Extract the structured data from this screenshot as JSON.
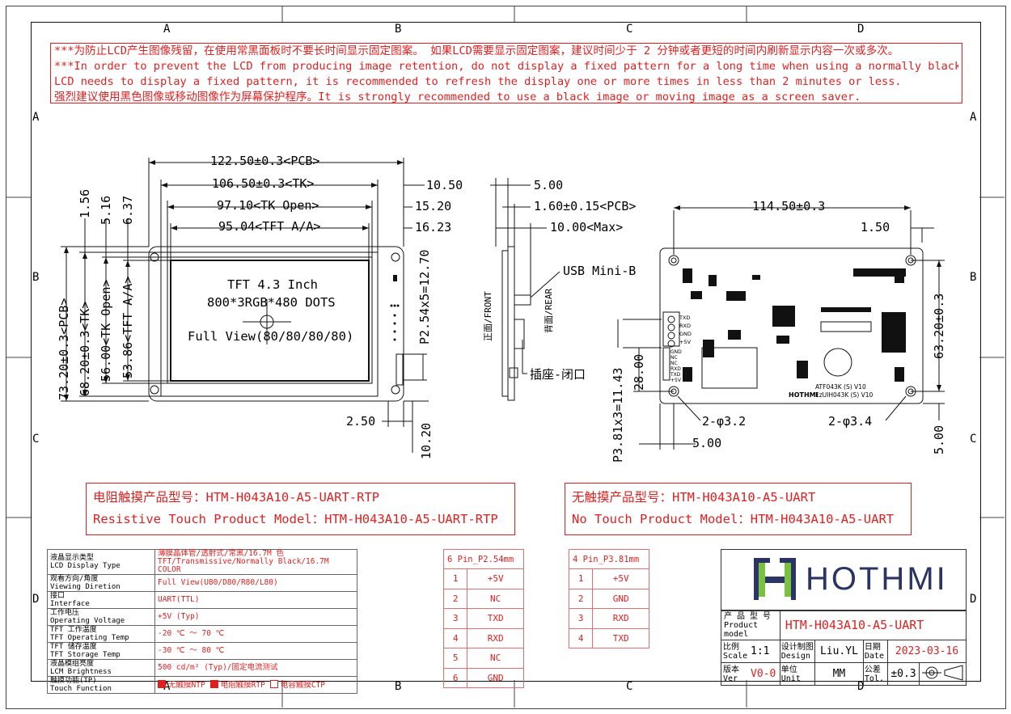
{
  "grid": {
    "columns": [
      "A",
      "B",
      "C",
      "D"
    ],
    "rows": [
      "A",
      "B",
      "C",
      "D"
    ]
  },
  "warning": {
    "line1": "***为防止LCD产生图像残留，在使用常黑面板时不要长时间显示固定图案。 如果LCD需要显示固定图案，建议时间少于 2 分钟或者更短的时间内刷新显示内容一次或多次。",
    "line2": "***In order to prevent the LCD from producing image retention, do not display a fixed pattern for a long time when using a normally black panel. If the",
    "line3": " LCD needs to display a fixed pattern, it is recommended to refresh the display one or more times in less than 2 minutes or less.",
    "line4": "强烈建议使用黑色图像或移动图像作为屏幕保护程序。It is strongly recommended to use a black image or moving image as a screen saver."
  },
  "front_view": {
    "dim_pcb_w": "122.50±0.3<PCB>",
    "dim_tk_w": "106.50±0.3<TK>",
    "dim_tk_open_w": "97.10<TK Open>",
    "dim_tft_aa_w": "95.04<TFT A/A>",
    "dim_r1": "10.50",
    "dim_r2": "15.20",
    "dim_r3": "16.23",
    "dim_v1": "1.56",
    "dim_v2": "5.16",
    "dim_v3": "6.37",
    "dim_pcb_h": "73.20±0.3<PCB>",
    "dim_tk_h": "68.20±0.3<TK>",
    "dim_tk_open_h": "56.00<TK Open>",
    "dim_tft_aa_h": "53.86<TFT A/A>",
    "dim_pitch": "P2.54x5=12.70",
    "dim_bottom": "2.50",
    "dim_bottom_v": "10.20",
    "screen_line1": "TFT 4.3 Inch",
    "screen_line2": "800*3RGB*480 DOTS",
    "screen_line3": "Full View(80/80/80/80)"
  },
  "side_view": {
    "dim_top": "5.00",
    "dim_pcb": "1.60±0.15<PCB>",
    "dim_max": "10.00<Max>",
    "label_usb": "USB Mini-B",
    "label_front": "正面/FRONT",
    "label_rear": "背面/REAR",
    "label_socket": "插座-闭口"
  },
  "rear_view": {
    "dim_w": "114.50±0.3",
    "dim_r": "1.50",
    "dim_h": "63.20±0.3",
    "dim_bottom_r": "5.00",
    "dim_28": "28.00",
    "dim_pitch": "P3.81x3=11.43",
    "dim_bottom_l": "5.00",
    "hole_l": "2-φ3.2",
    "hole_r": "2-φ3.4",
    "pcb_text1": "ATF043K (S)  V10",
    "pcb_text2": "EzUIH043K (S) V10",
    "pcb_logo": "HOTHMI",
    "pin_labels": [
      "TXD",
      "RXD",
      "GND",
      "+5V"
    ],
    "pin6_labels": [
      "GND",
      "NC",
      "NC",
      "RXD",
      "TXD",
      "+5V"
    ]
  },
  "models": {
    "resistive_cn": "电阻触摸产品型号：HTM-H043A10-A5-UART-RTP",
    "resistive_en": "Resistive Touch Product Model：HTM-H043A10-A5-UART-RTP",
    "notouch_cn": "无触摸产品型号：HTM-H043A10-A5-UART",
    "notouch_en": "No Touch Product Model：HTM-H043A10-A5-UART"
  },
  "spec": [
    {
      "cn": "液晶显示类型",
      "en": "LCD Display Type",
      "v1": "薄膜晶体管/透射式/常黑/16.7M 色",
      "v2": "TFT/Transmissive/Normally Black/16.7M COLOR"
    },
    {
      "cn": "观看方向/角度",
      "en": "Viewing Diretion",
      "v1": "Full View(U80/D80/R80/L80)",
      "v2": ""
    },
    {
      "cn": "接口",
      "en": "Interface",
      "v1": "UART(TTL)",
      "v2": ""
    },
    {
      "cn": "工作电压",
      "en": "Operating Voltage",
      "v1": "+5V (Typ)",
      "v2": ""
    },
    {
      "cn": "TFT 工作温度",
      "en": "TFT Operating Temp",
      "v1": "-20 ℃ ～ 70 ℃",
      "v2": ""
    },
    {
      "cn": "TFT 储存温度",
      "en": "TFT Storage Temp",
      "v1": "-30 ℃ ～ 80 ℃",
      "v2": ""
    },
    {
      "cn": "液晶模组亮度",
      "en": "LCM Brightness",
      "v1": "500 cd/m² (Typ)/固定电流测试",
      "v2": ""
    },
    {
      "cn": "触摸功能(TP)",
      "en": "Touch Function",
      "v1": "",
      "v2": ""
    }
  ],
  "touch_options": [
    "无触摸NTP",
    "电阻触摸RTP",
    "电容触摸CTP"
  ],
  "pin6": {
    "header": "6 Pin_P2.54mm",
    "rows": [
      [
        "1",
        "+5V"
      ],
      [
        "2",
        "NC"
      ],
      [
        "3",
        "TXD"
      ],
      [
        "4",
        "RXD"
      ],
      [
        "5",
        "NC"
      ],
      [
        "6",
        "GND"
      ]
    ]
  },
  "pin4": {
    "header": "4 Pin_P3.81mm",
    "rows": [
      [
        "1",
        "+5V"
      ],
      [
        "2",
        "GND"
      ],
      [
        "3",
        "RXD"
      ],
      [
        "4",
        "TXD"
      ]
    ]
  },
  "titleblock": {
    "brand": "HOTHMI",
    "model_cn": "产 品 型 号",
    "model_en": "Product model",
    "model": "HTM-H043A10-A5-UART",
    "scale_cn": "比例",
    "scale_en": "Scale",
    "scale": "1:1",
    "design_cn": "设计制图",
    "design_en": "Design",
    "design": "Liu.YL",
    "date_cn": "日期",
    "date_en": "Date",
    "date": "2023-03-16",
    "ver_cn": "版本",
    "ver_en": "Ver",
    "ver": "V0-0",
    "unit_cn": "单位",
    "unit_en": "Unit",
    "unit": "MM",
    "tol_cn": "公差",
    "tol_en": "Tol.",
    "tol": "±0.3"
  },
  "colors": {
    "accent": "#e02020",
    "logo_green": "#7ac142",
    "logo_navy": "#2a3566"
  }
}
